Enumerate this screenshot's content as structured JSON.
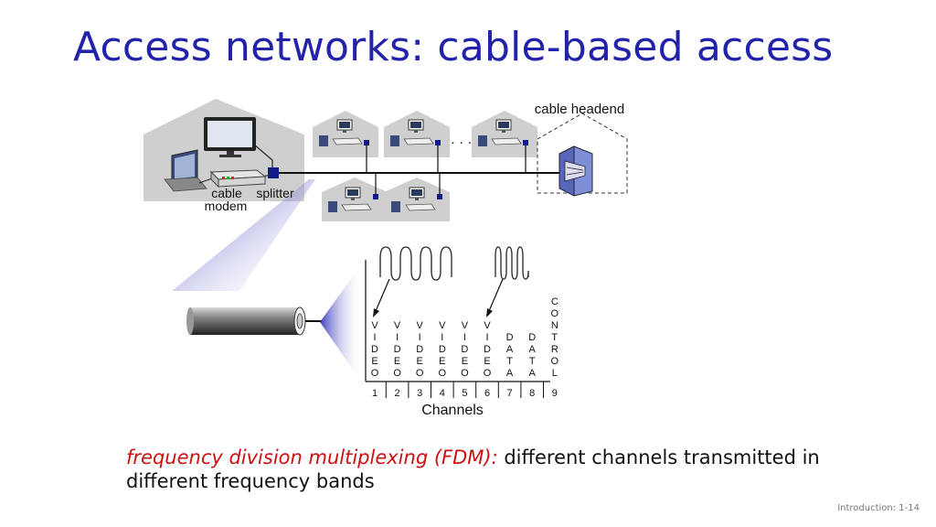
{
  "slide": {
    "title": "Access networks: cable-based access",
    "footer": "Introduction: 1-14"
  },
  "diagram": {
    "labels": {
      "cable_modem_line1": "cable",
      "cable_modem_line2": "modem",
      "splitter": "splitter",
      "cable_headend": "cable headend",
      "channels_axis": "Channels",
      "ellipsis": "· · ·"
    },
    "channels": [
      {
        "number": "1",
        "letters": [
          "V",
          "I",
          "D",
          "E",
          "O"
        ]
      },
      {
        "number": "2",
        "letters": [
          "V",
          "I",
          "D",
          "E",
          "O"
        ]
      },
      {
        "number": "3",
        "letters": [
          "V",
          "I",
          "D",
          "E",
          "O"
        ]
      },
      {
        "number": "4",
        "letters": [
          "V",
          "I",
          "D",
          "E",
          "O"
        ]
      },
      {
        "number": "5",
        "letters": [
          "V",
          "I",
          "D",
          "E",
          "O"
        ]
      },
      {
        "number": "6",
        "letters": [
          "V",
          "I",
          "D",
          "E",
          "O"
        ]
      },
      {
        "number": "7",
        "letters": [
          "D",
          "A",
          "T",
          "A"
        ]
      },
      {
        "number": "8",
        "letters": [
          "D",
          "A",
          "T",
          "A"
        ]
      },
      {
        "number": "9",
        "letters": [
          "C",
          "O",
          "N",
          "T",
          "R",
          "O",
          "L"
        ]
      }
    ],
    "colors": {
      "house": "#cfcfcf",
      "cable": "#222222",
      "splitter": "#111a8a",
      "beam": "#3333bb",
      "headend": "#5566bb"
    }
  },
  "caption": {
    "term": "frequency division multiplexing (FDM):",
    "text": " different channels transmitted in different frequency bands"
  }
}
